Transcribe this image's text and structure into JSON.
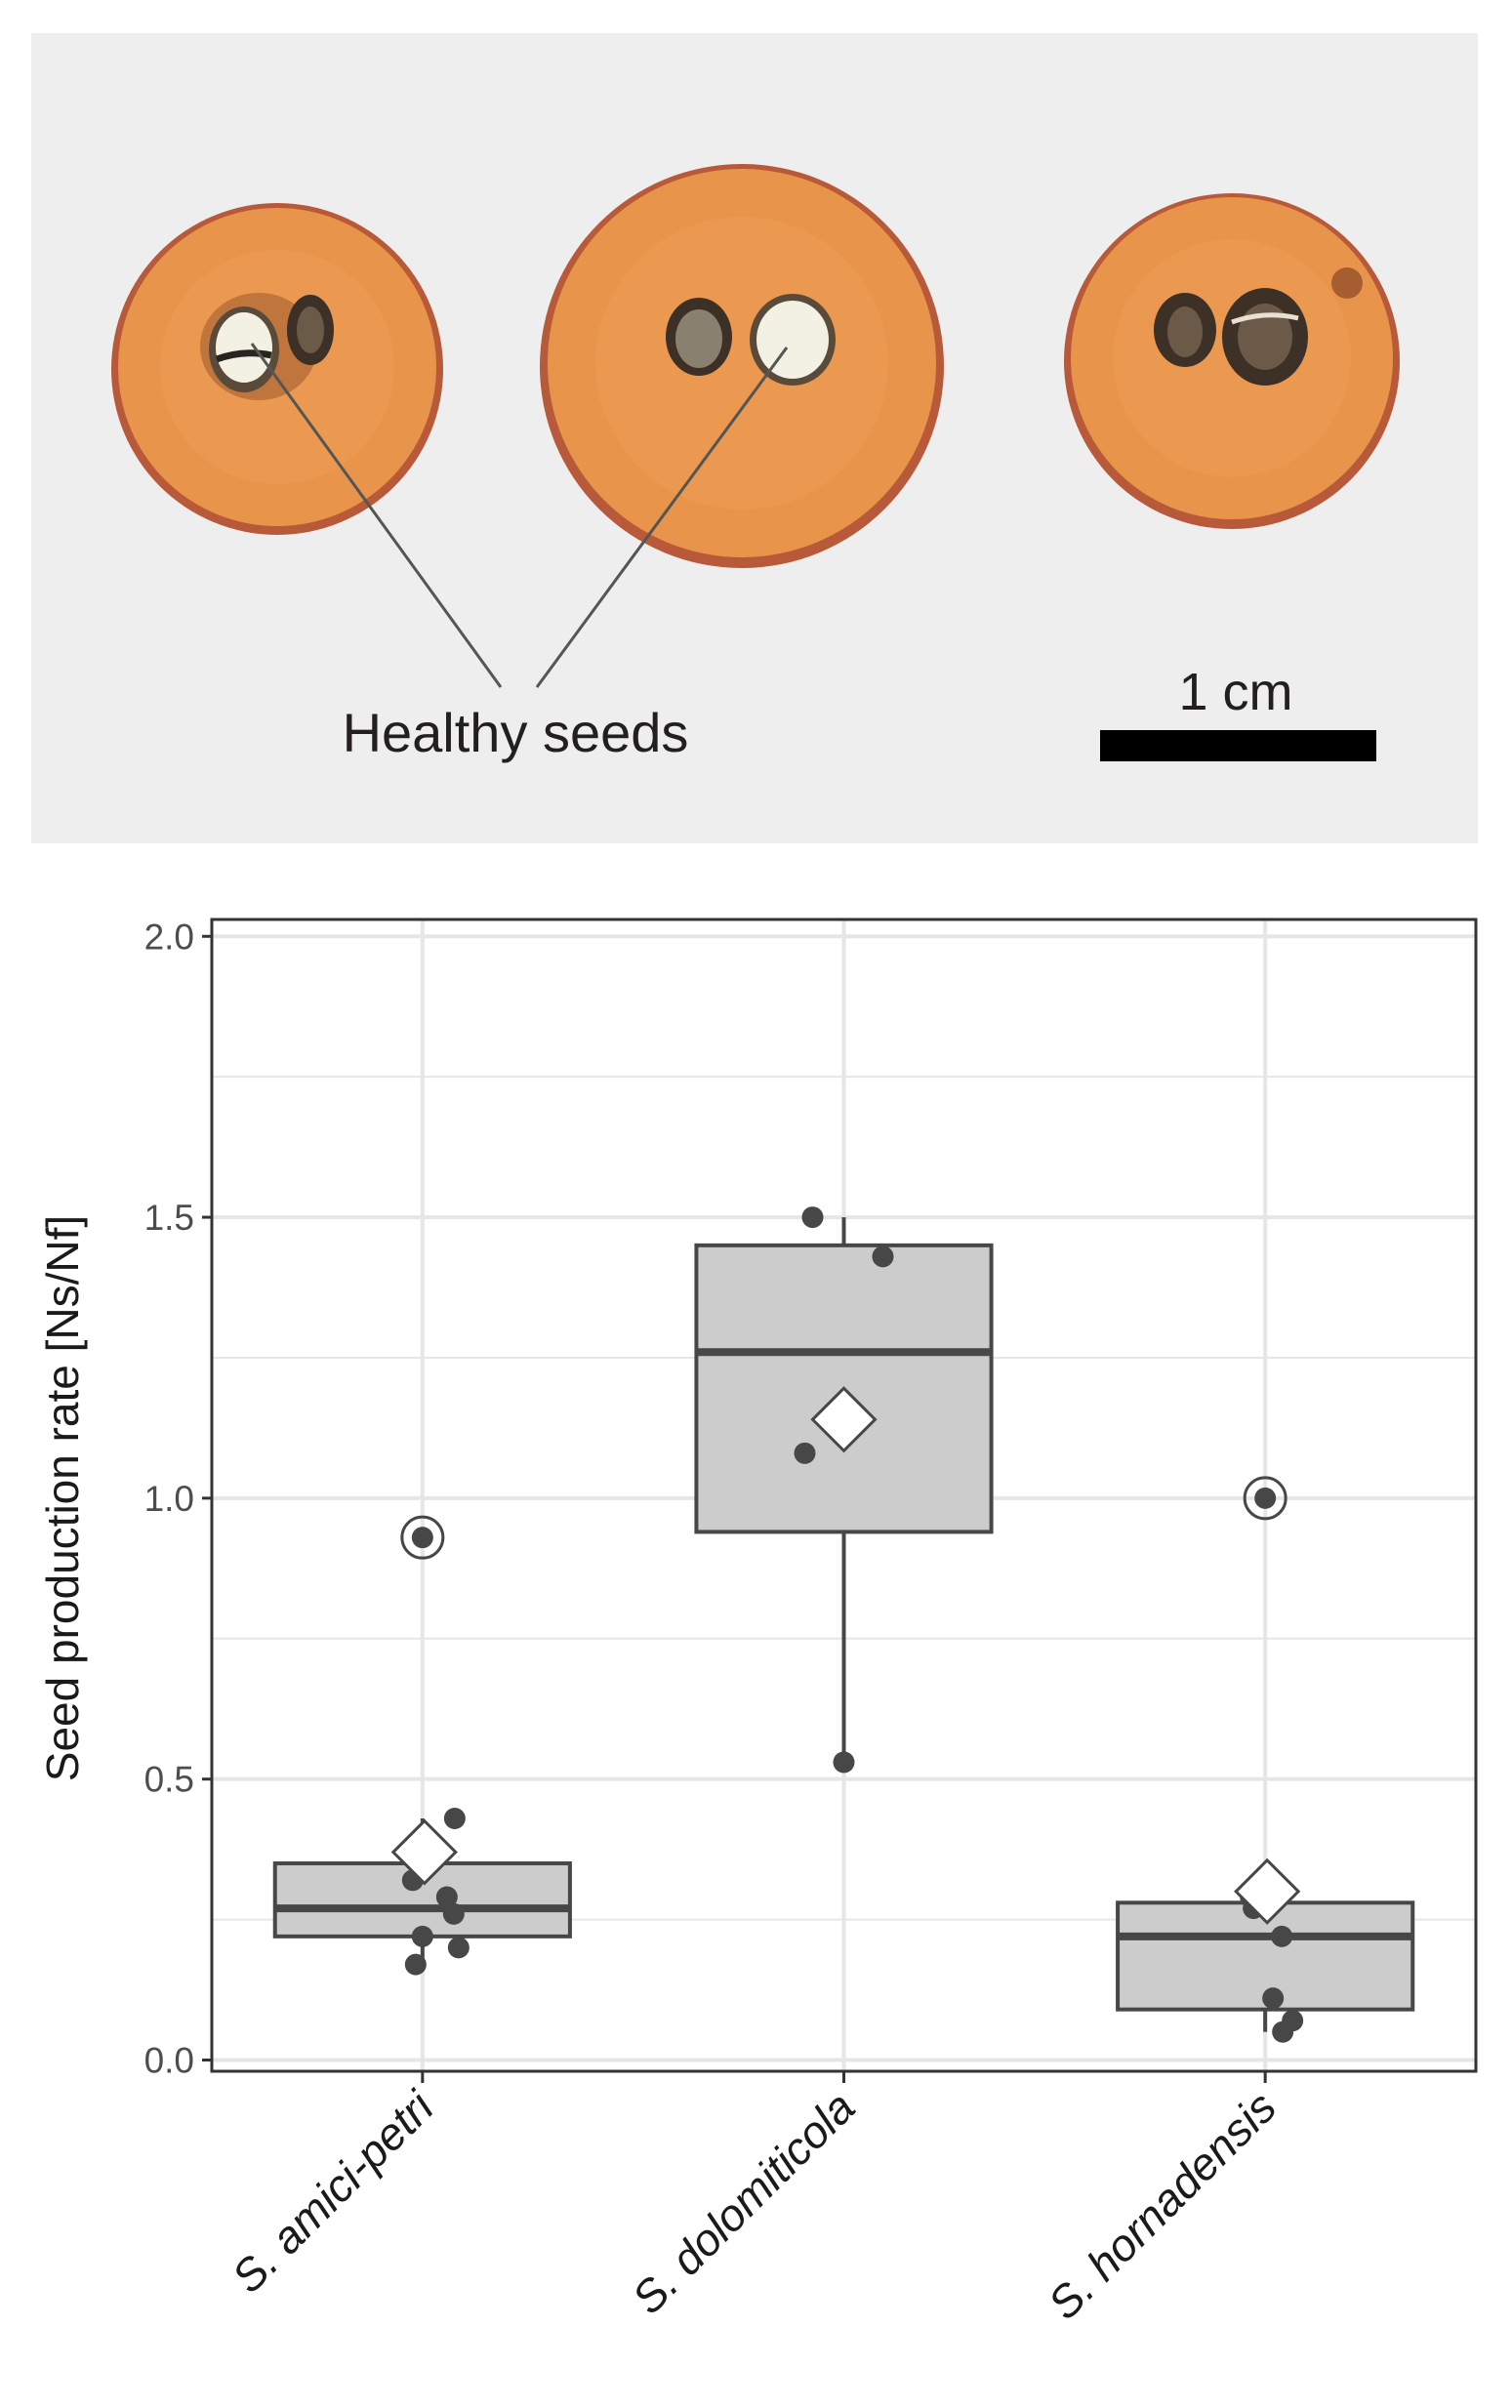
{
  "photo": {
    "annotation_label": "Healthy seeds",
    "scale_bar_label": "1 cm",
    "colors": {
      "background": "#eeeeee",
      "fruit_flesh": "#e8944a",
      "fruit_rim": "#b85a3a",
      "seed_healthy": "#f3f0e4",
      "seed_damaged": "#5a4a3a",
      "scale_bar": "#000000"
    }
  },
  "chart_data": {
    "type": "box",
    "categories": [
      "S. amici-petri",
      "S. dolomiticola",
      "S. hornadensis"
    ],
    "ylabel": "Seed production rate [Ns/Nf]",
    "xlabel": "",
    "ylim": [
      -0.02,
      2.03
    ],
    "yticks": [
      0.0,
      0.5,
      1.0,
      1.5,
      2.0
    ],
    "ytick_labels": [
      "0.0",
      "0.5",
      "1.0",
      "1.5",
      "2.0"
    ],
    "grid": true,
    "boxes": [
      {
        "q1": 0.22,
        "median": 0.27,
        "q3": 0.35,
        "whisker_low": 0.17,
        "whisker_high": 0.43,
        "mean": 0.37,
        "outliers": [
          0.93
        ]
      },
      {
        "q1": 0.94,
        "median": 1.26,
        "q3": 1.45,
        "whisker_low": 0.53,
        "whisker_high": 1.5,
        "mean": 1.14,
        "outliers": []
      },
      {
        "q1": 0.09,
        "median": 0.22,
        "q3": 0.28,
        "whisker_low": 0.05,
        "whisker_high": 0.29,
        "mean": 0.3,
        "outliers": [
          1.0
        ]
      }
    ],
    "points": [
      [
        0.93,
        0.43,
        0.32,
        0.29,
        0.26,
        0.22,
        0.2,
        0.17
      ],
      [
        1.5,
        1.43,
        1.08,
        0.53
      ],
      [
        1.0,
        0.29,
        0.27,
        0.22,
        0.11,
        0.07,
        0.05
      ]
    ],
    "colors": {
      "box_fill": "#cccccc",
      "box_stroke": "#474747",
      "point": "#474747",
      "grid": "#e6e6e6",
      "panel_border": "#333333",
      "mean_marker_fill": "#ffffff"
    }
  }
}
